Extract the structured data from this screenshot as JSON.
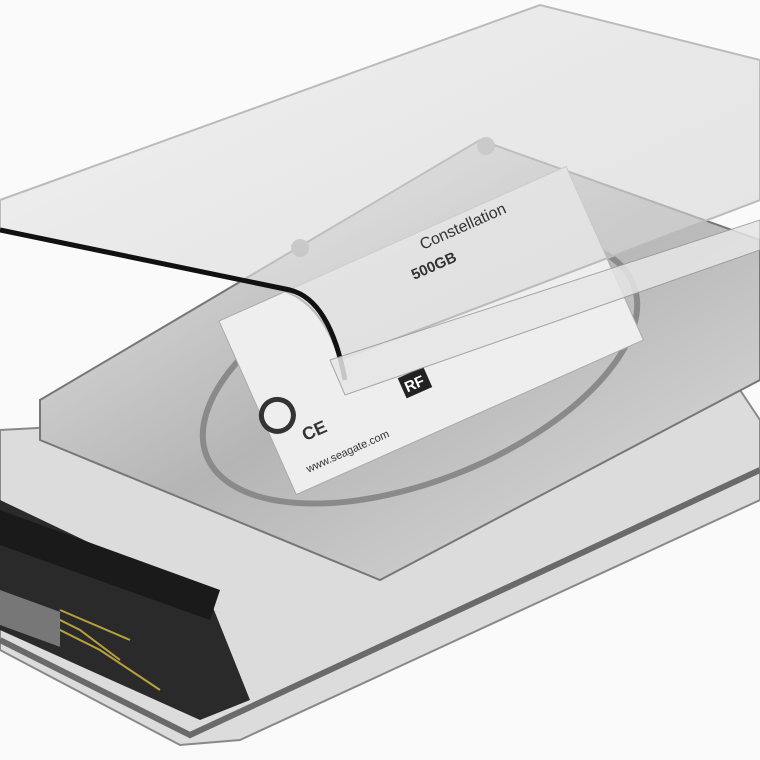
{
  "product": {
    "drive_label": {
      "model": "Constellation",
      "capacity": "500GB",
      "website": "www.seagate.com",
      "rf_mark": "RF",
      "ce_mark": "CE"
    }
  },
  "colors": {
    "background": "#fafafa",
    "metal_light": "#d9d9d9",
    "metal_mid": "#a8a8a8",
    "metal_dark": "#5a5a5a",
    "pcb": "#2a2a2a",
    "pcb_trace": "#b8a040",
    "lid_edge": "#111111"
  }
}
